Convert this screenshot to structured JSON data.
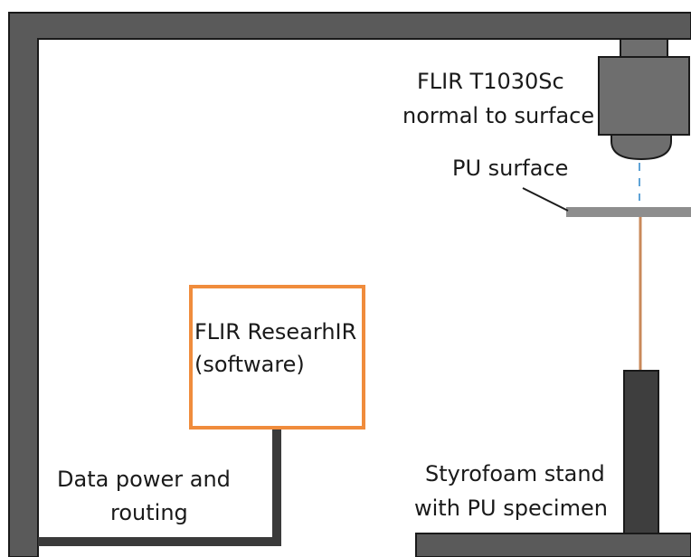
{
  "labels": {
    "camera_line1": "FLIR T1030Sc",
    "camera_line2": "normal to surface",
    "surface": "PU surface",
    "software_line1": "FLIR ResearhIR",
    "software_line2": "(software)",
    "cable_line1": "Data power and",
    "cable_line2": "routing",
    "stand_line1": "Styrofoam stand",
    "stand_line2": "with PU specimen"
  },
  "colors": {
    "frame": "#5a5a5a",
    "frame_outline": "#1a1a1a",
    "camera_body": "#6e6e6e",
    "surface_plate": "#8e8e8e",
    "software_box_border": "#f08c3c",
    "specimen_line": "#c9895a",
    "beam": "#5fa3d6",
    "stand": "#3e3e3e",
    "cable": "#3a3a3a"
  }
}
